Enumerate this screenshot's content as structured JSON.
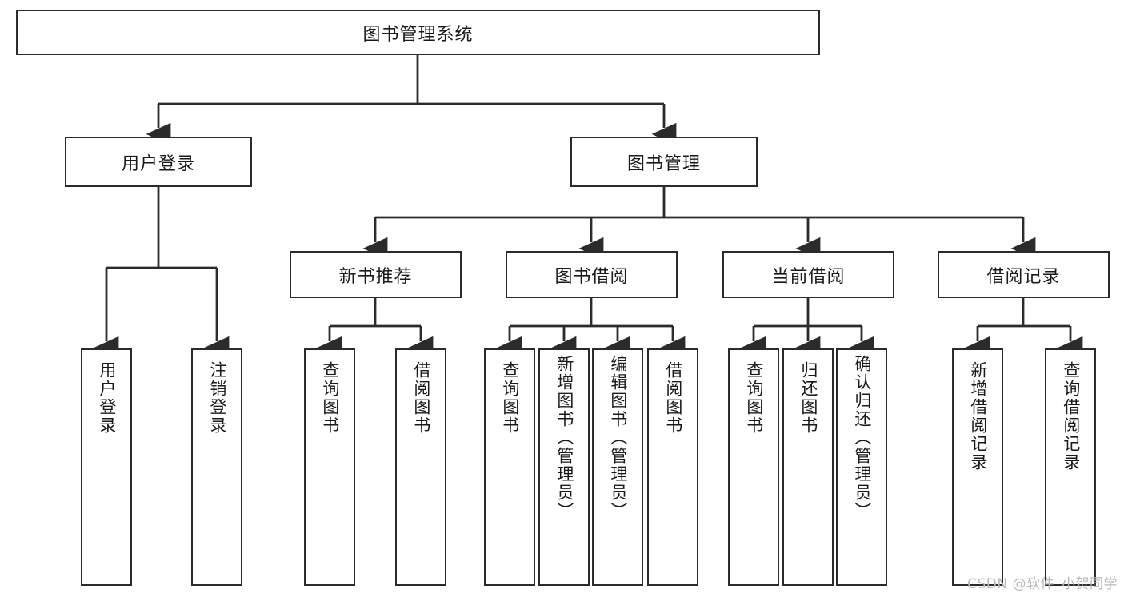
{
  "diagram": {
    "type": "hierarchy-tree",
    "title": "图书管理系统",
    "root": {
      "label": "图书管理系统"
    },
    "level2": [
      {
        "id": "user-login",
        "label": "用户登录"
      },
      {
        "id": "book-management",
        "label": "图书管理"
      }
    ],
    "level3": [
      {
        "id": "new-book-recommend",
        "label": "新书推荐",
        "parent": "book-management"
      },
      {
        "id": "book-borrow",
        "label": "图书借阅",
        "parent": "book-management"
      },
      {
        "id": "current-borrow",
        "label": "当前借阅",
        "parent": "book-management"
      },
      {
        "id": "borrow-record",
        "label": "借阅记录",
        "parent": "book-management"
      }
    ],
    "leaves": [
      {
        "id": "leaf-user-login",
        "label": "用户登录",
        "parent": "user-login"
      },
      {
        "id": "leaf-logout-login",
        "label": "注销登录",
        "parent": "user-login"
      },
      {
        "id": "leaf-query-book-1",
        "label": "查询图书",
        "parent": "new-book-recommend"
      },
      {
        "id": "leaf-borrow-book-1",
        "label": "借阅图书",
        "parent": "new-book-recommend"
      },
      {
        "id": "leaf-query-book-2",
        "label": "查询图书",
        "parent": "book-borrow"
      },
      {
        "id": "leaf-add-book",
        "label": "新增图书（管理员）",
        "parent": "book-borrow"
      },
      {
        "id": "leaf-edit-book",
        "label": "编辑图书（管理员）",
        "parent": "book-borrow"
      },
      {
        "id": "leaf-borrow-book-2",
        "label": "借阅图书",
        "parent": "book-borrow"
      },
      {
        "id": "leaf-query-book-3",
        "label": "查询图书",
        "parent": "current-borrow"
      },
      {
        "id": "leaf-return-book",
        "label": "归还图书",
        "parent": "current-borrow"
      },
      {
        "id": "leaf-confirm-return",
        "label": "确认归还（管理员）",
        "parent": "current-borrow"
      },
      {
        "id": "leaf-add-record",
        "label": "新增借阅记录",
        "parent": "borrow-record"
      },
      {
        "id": "leaf-query-record",
        "label": "查询借阅记录",
        "parent": "borrow-record"
      }
    ],
    "colors": {
      "stroke": "#2b2b2b",
      "fill": "#ffffff",
      "text": "#1a1a1a",
      "watermark": "#b9b9b9"
    }
  },
  "watermark": {
    "text": "CSDN @软件_小贺同学"
  }
}
